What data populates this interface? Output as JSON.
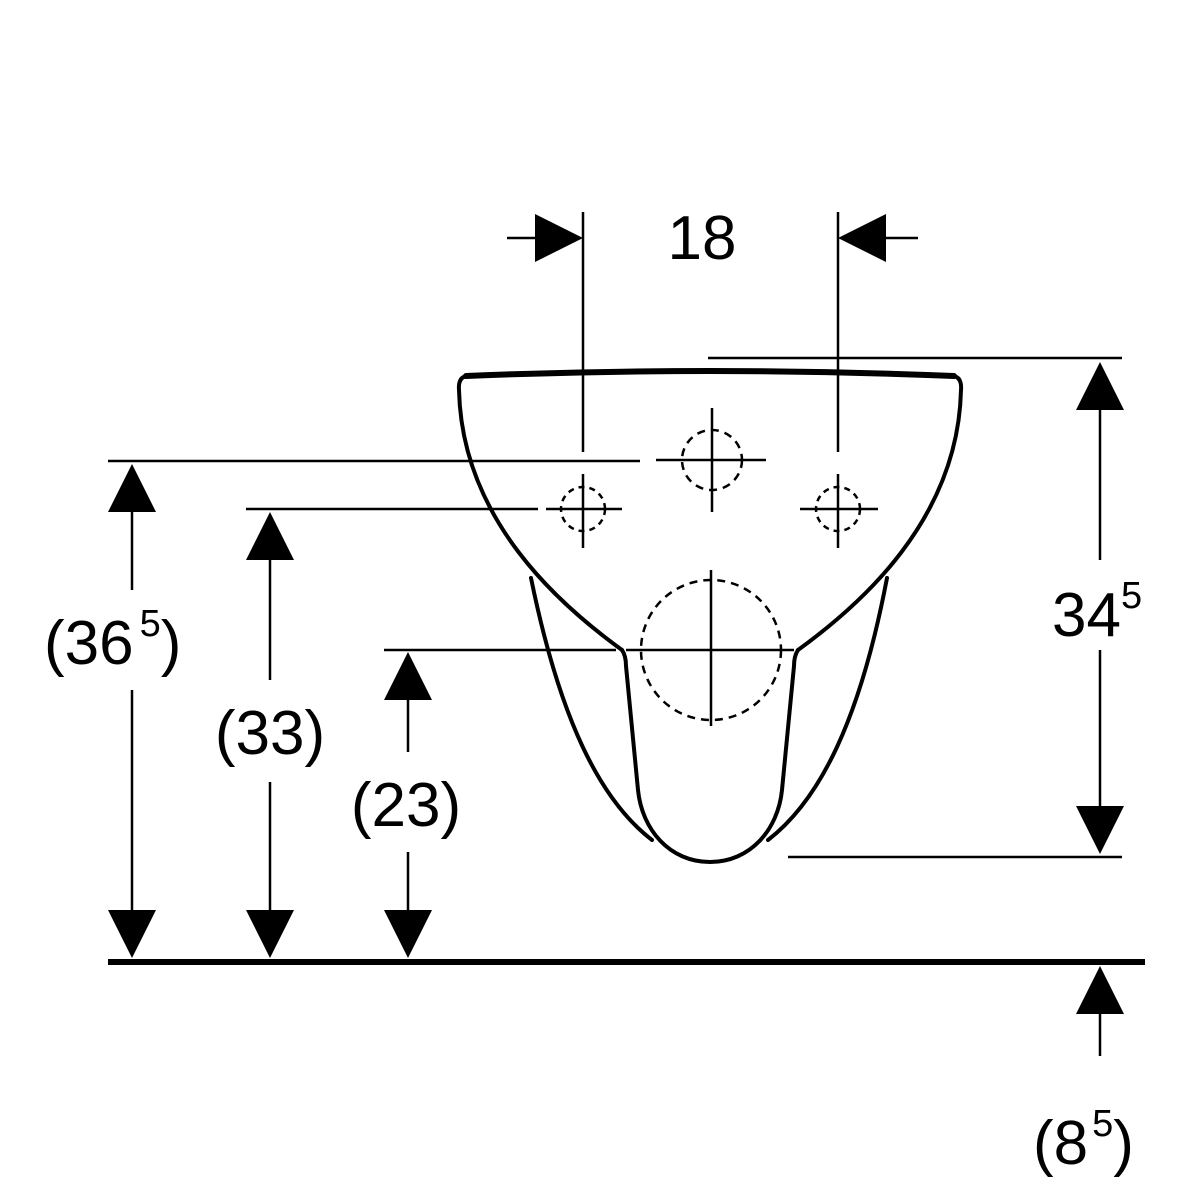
{
  "dimensions": {
    "bolt_spacing": "18",
    "height_total_main": "(36",
    "height_total_sup": "5",
    "height_total_close": ")",
    "height_bolts_lower": "(33)",
    "height_outlet": "(23)",
    "bowl_depth_main": "34",
    "bowl_depth_sup": "5",
    "floor_offset_open": "(8",
    "floor_offset_sup": "5",
    "floor_offset_close": ")"
  },
  "colors": {
    "line": "#000000",
    "background": "#ffffff"
  }
}
